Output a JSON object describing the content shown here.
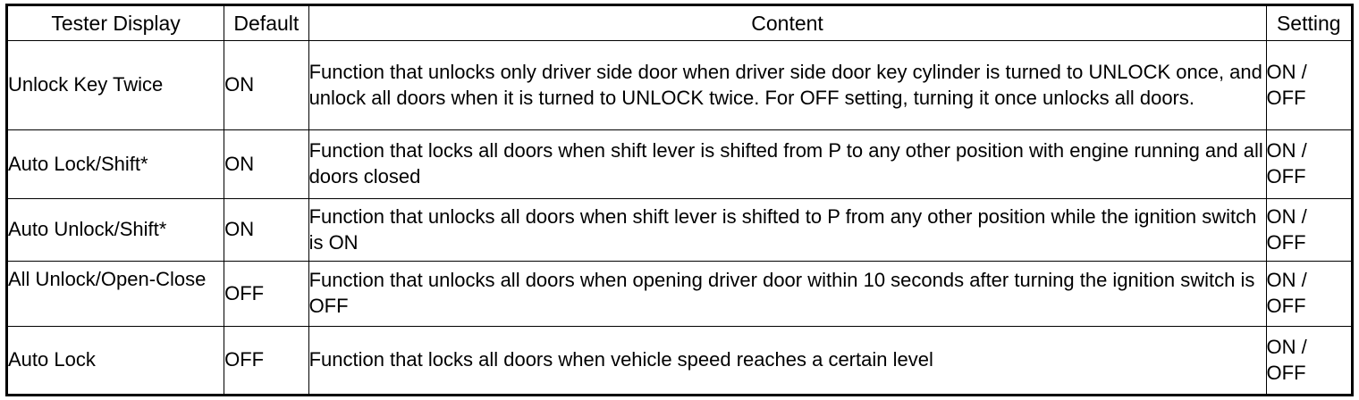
{
  "table": {
    "columns": [
      {
        "key": "display",
        "label": "Tester Display"
      },
      {
        "key": "default",
        "label": "Default"
      },
      {
        "key": "content",
        "label": "Content"
      },
      {
        "key": "setting",
        "label": "Setting"
      }
    ],
    "setting_value_line1": "ON /",
    "setting_value_line2": "OFF",
    "rows": [
      {
        "display": "Unlock Key Twice",
        "default": "ON",
        "content": "Function that unlocks only driver side door when driver side door key cylinder is turned to UNLOCK once, and unlock all doors when it is turned to UNLOCK twice. For OFF setting, turning it once unlocks all doors.",
        "setting_line1": "ON /",
        "setting_line2": "OFF"
      },
      {
        "display": "Auto Lock/Shift*",
        "default": "ON",
        "content": "Function that locks all doors when shift lever is shifted from P to any other position with engine running and all doors closed",
        "setting_line1": "ON /",
        "setting_line2": "OFF"
      },
      {
        "display": "Auto Unlock/Shift*",
        "default": "ON",
        "content": "Function that unlocks all doors when shift lever is shifted to P from any other position while the ignition switch is ON",
        "setting_line1": "ON /",
        "setting_line2": "OFF"
      },
      {
        "display": "All Unlock/Open-Close",
        "default": "OFF",
        "content": "Function that unlocks all doors when opening driver door within 10 seconds after turning the ignition switch is OFF",
        "setting_line1": "ON /",
        "setting_line2": "OFF"
      },
      {
        "display": "Auto Lock",
        "default": "OFF",
        "content": "Function that locks all doors when vehicle speed reaches a certain level",
        "setting_line1": "ON /",
        "setting_line2": "OFF"
      }
    ]
  },
  "colors": {
    "border": "#000000",
    "background": "#ffffff",
    "text": "#000000"
  }
}
